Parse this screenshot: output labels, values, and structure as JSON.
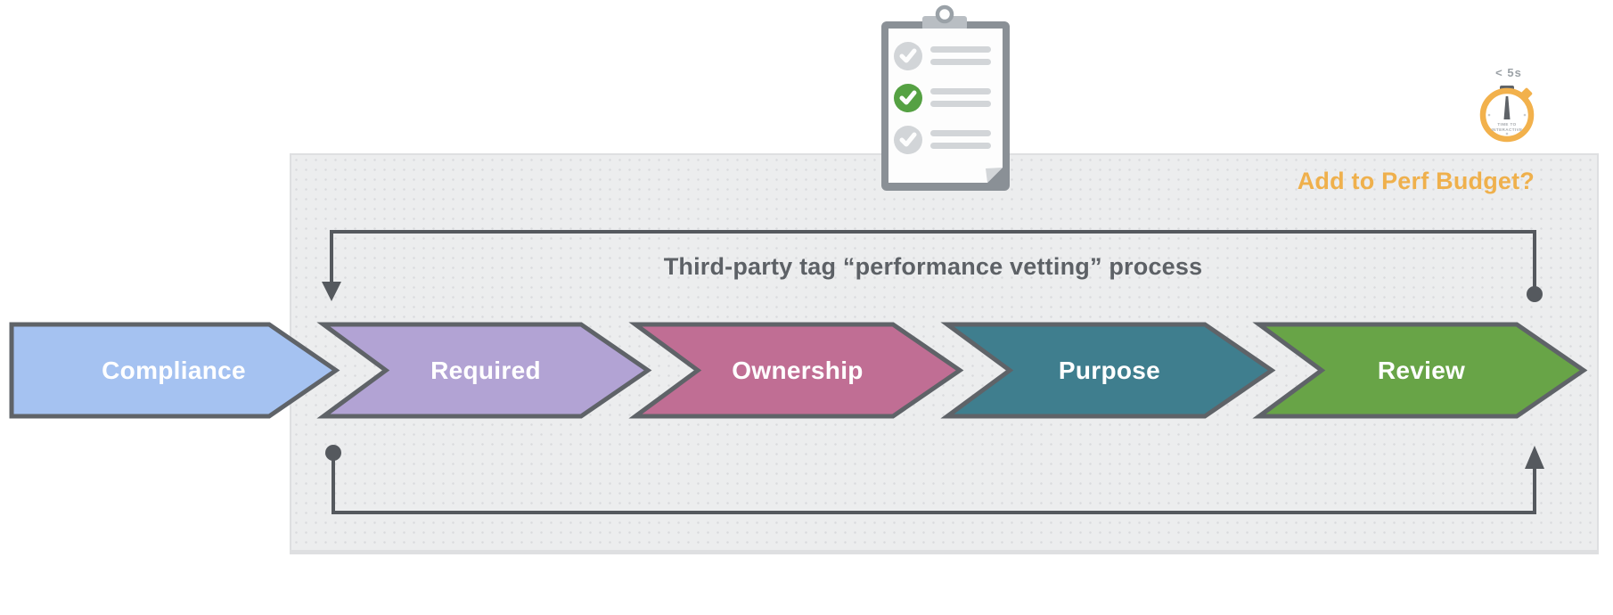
{
  "flow": {
    "title": "Third-party tag “performance vetting” process",
    "perf_budget_question": "Add to Perf Budget?",
    "accent_orange": "#EFB04C",
    "connector_color": "#55595E",
    "arrow_border_color": "#5F6368",
    "stages": [
      {
        "label": "Compliance",
        "color": "#A5C2F1"
      },
      {
        "label": "Required",
        "color": "#B2A3D4"
      },
      {
        "label": "Ownership",
        "color": "#C06E94"
      },
      {
        "label": "Purpose",
        "color": "#3F7E8E"
      },
      {
        "label": "Review",
        "color": "#68A447"
      }
    ]
  },
  "stopwatch": {
    "time_label": "< 5s",
    "face_line1": "TIME TO",
    "face_line2": "INTERACTIVE",
    "ring_color": "#F2B14C"
  },
  "clipboard": {
    "active_check_color": "#55A143",
    "inactive_check_color": "#D2D5D8",
    "items": [
      {
        "state": "checked-inactive"
      },
      {
        "state": "checked-active"
      },
      {
        "state": "checked-inactive"
      }
    ]
  },
  "panel": {
    "background": "#ECEDEE",
    "border": "#DEDFE1"
  }
}
